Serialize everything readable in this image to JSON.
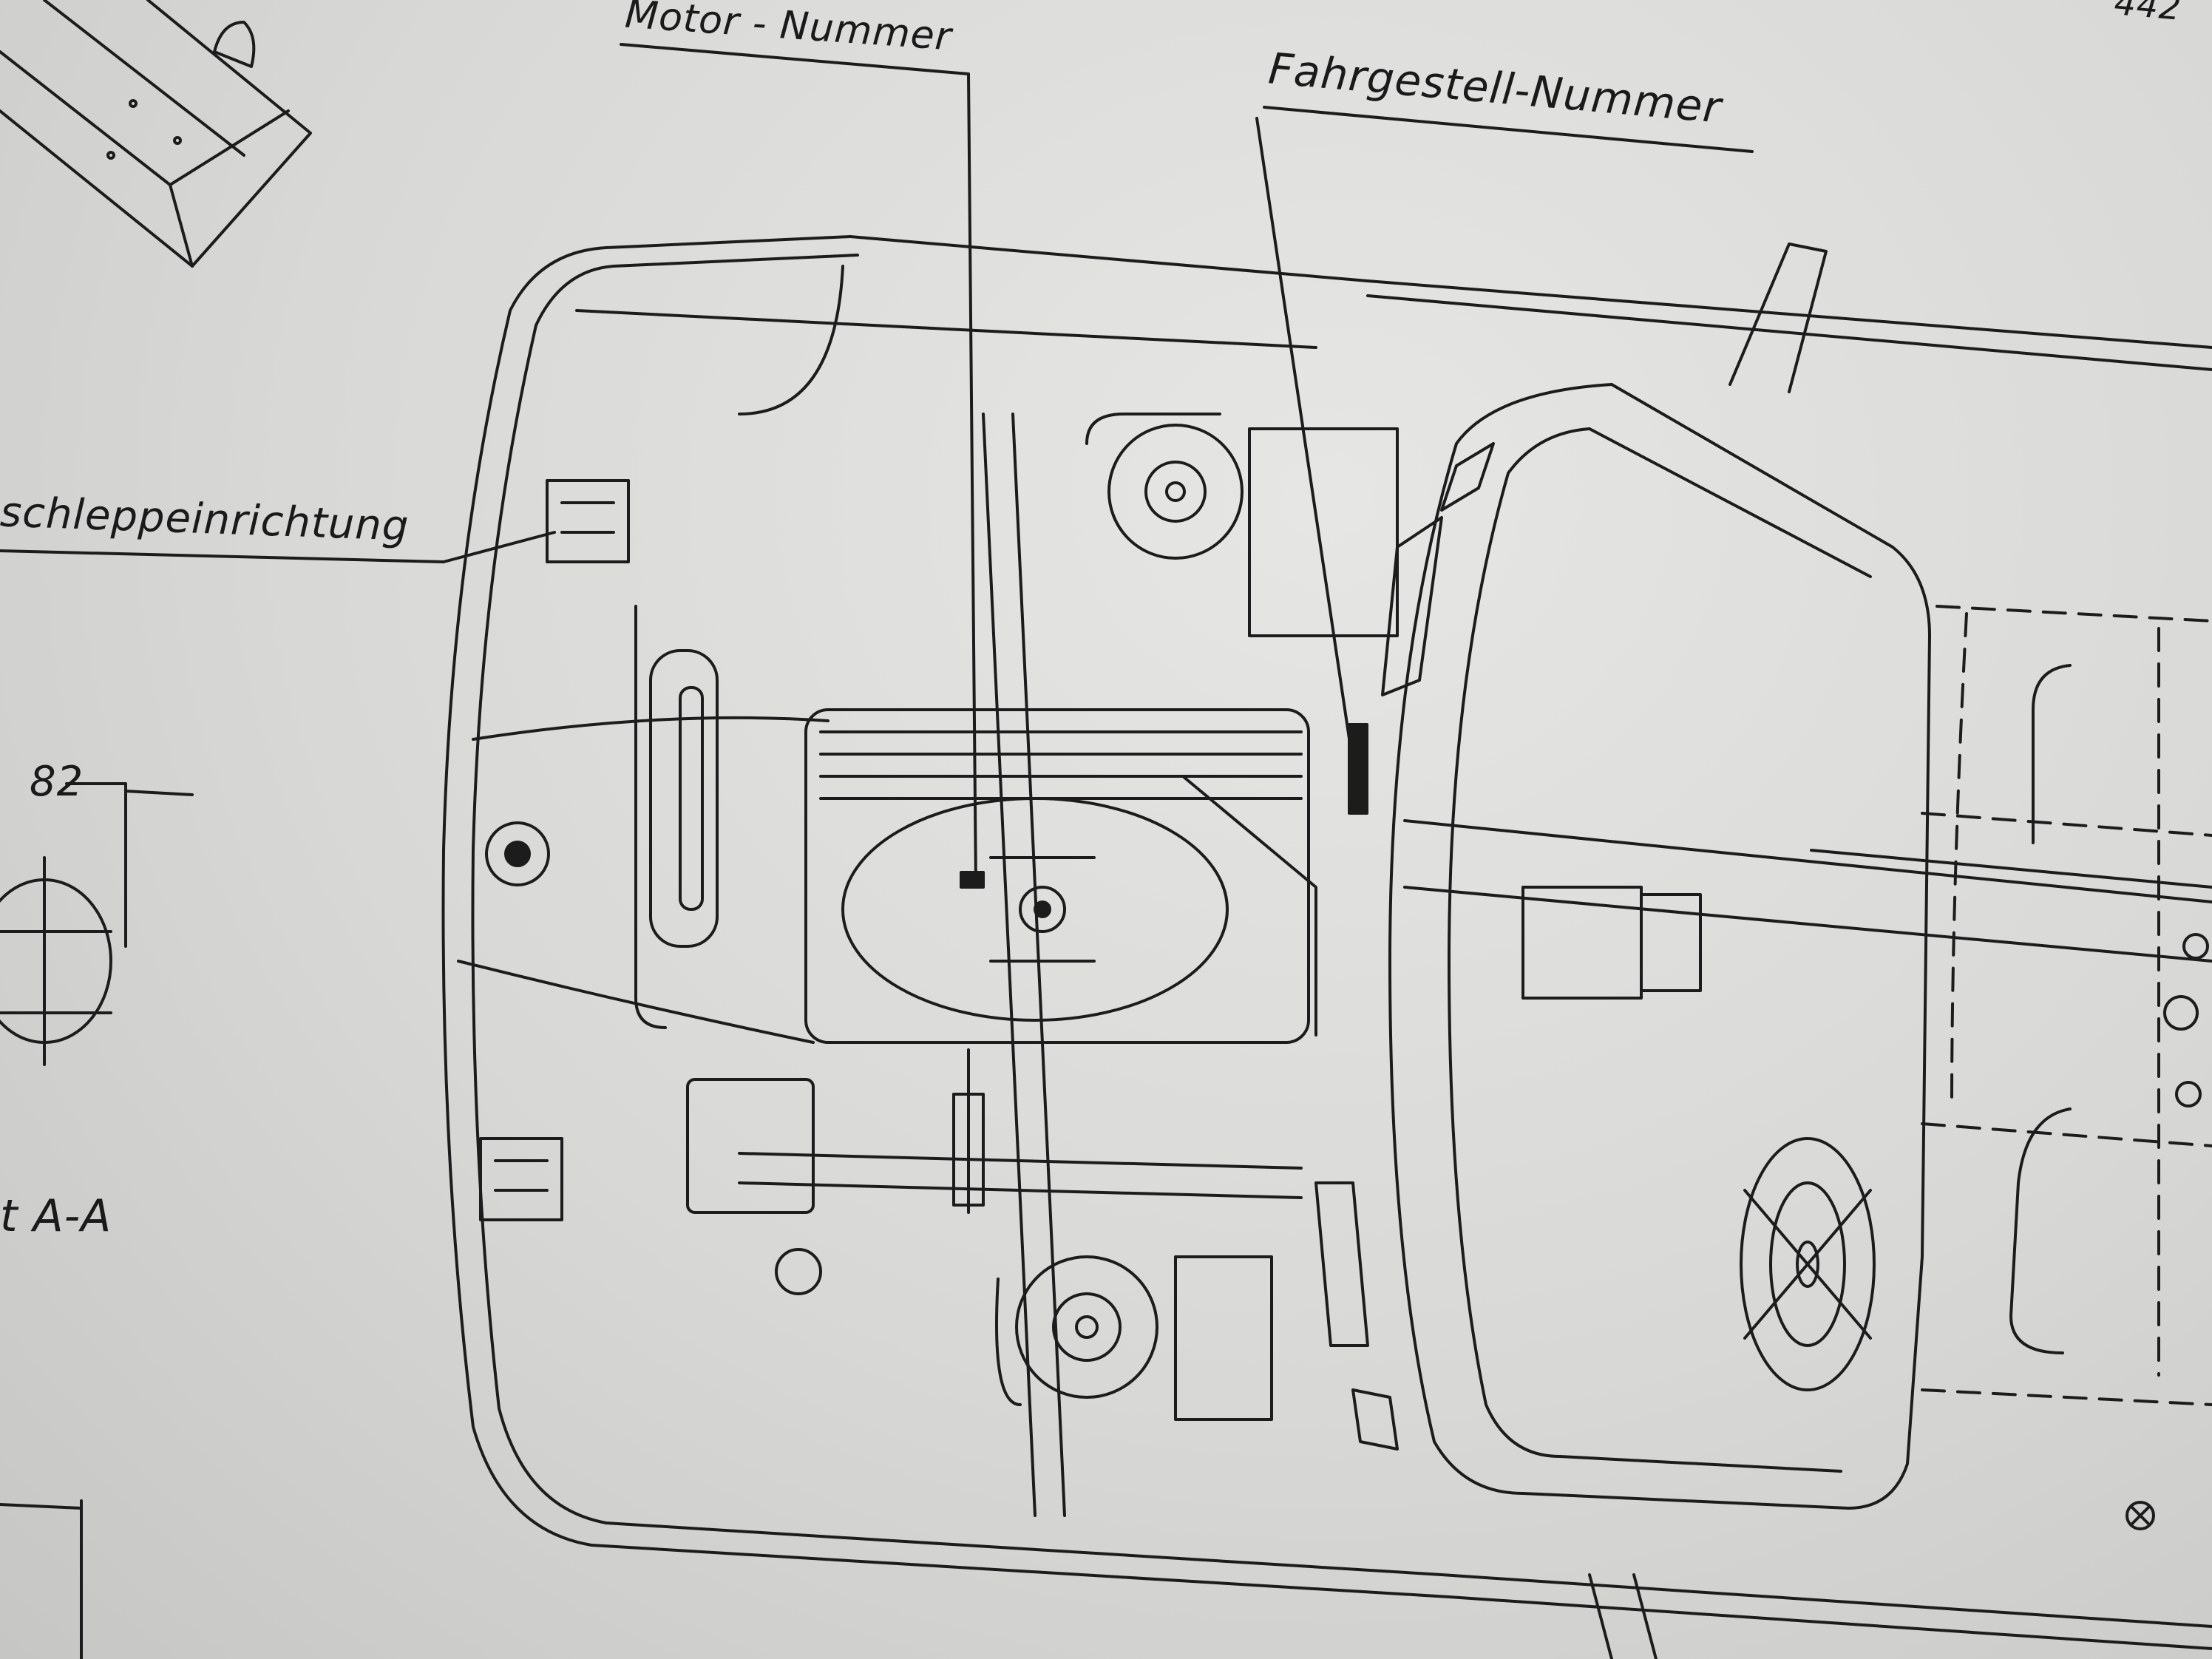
{
  "labels": {
    "motor_nummer": "Motor - Nummer",
    "fahrgestell_nummer": "Fahrgestell-Nummer",
    "abschleppeinrichtung": "schleppeinrichtung",
    "dimension": "82",
    "section": "t A-A",
    "corner_number": "442"
  },
  "colors": {
    "paper": "#dcdcda",
    "ink": "#1a1a1a"
  }
}
